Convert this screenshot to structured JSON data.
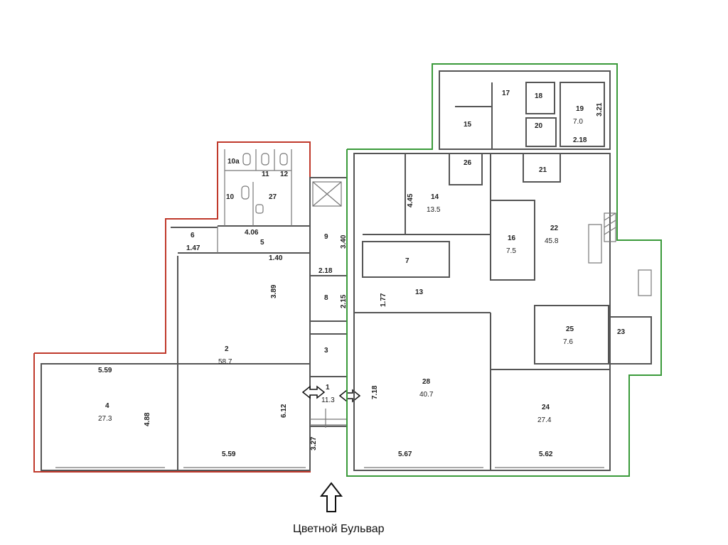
{
  "colors": {
    "left_outline": "#c0392b",
    "right_outline": "#3a9a3a",
    "walls": "#555555"
  },
  "street": "Цветной Бульвар",
  "rooms": [
    {
      "id": "r1",
      "number": "1",
      "area": "11.3"
    },
    {
      "id": "r2",
      "number": "2",
      "area": "58.7"
    },
    {
      "id": "r3",
      "number": "3",
      "area": ""
    },
    {
      "id": "r4",
      "number": "4",
      "area": "27.3"
    },
    {
      "id": "r5",
      "number": "5",
      "area": ""
    },
    {
      "id": "r6",
      "number": "6",
      "area": ""
    },
    {
      "id": "r7",
      "number": "7",
      "area": ""
    },
    {
      "id": "r8",
      "number": "8",
      "area": ""
    },
    {
      "id": "r9",
      "number": "9",
      "area": ""
    },
    {
      "id": "r10",
      "number": "10",
      "area": ""
    },
    {
      "id": "r10a",
      "number": "10a",
      "area": ""
    },
    {
      "id": "r11",
      "number": "11",
      "area": ""
    },
    {
      "id": "r12",
      "number": "12",
      "area": ""
    },
    {
      "id": "r13",
      "number": "13",
      "area": ""
    },
    {
      "id": "r14",
      "number": "14",
      "area": "13.5"
    },
    {
      "id": "r15",
      "number": "15",
      "area": ""
    },
    {
      "id": "r16",
      "number": "16",
      "area": "7.5"
    },
    {
      "id": "r17",
      "number": "17",
      "area": ""
    },
    {
      "id": "r18",
      "number": "18",
      "area": ""
    },
    {
      "id": "r19",
      "number": "19",
      "area": "7.0"
    },
    {
      "id": "r20",
      "number": "20",
      "area": ""
    },
    {
      "id": "r21",
      "number": "21",
      "area": ""
    },
    {
      "id": "r22",
      "number": "22",
      "area": "45.8"
    },
    {
      "id": "r23",
      "number": "23",
      "area": ""
    },
    {
      "id": "r24",
      "number": "24",
      "area": "27.4"
    },
    {
      "id": "r25",
      "number": "25",
      "area": "7.6"
    },
    {
      "id": "r26",
      "number": "26",
      "area": ""
    },
    {
      "id": "r27",
      "number": "27",
      "area": ""
    },
    {
      "id": "r28",
      "number": "28",
      "area": "40.7"
    }
  ],
  "dimensions": {
    "d559a": "5.59",
    "d559b": "5.59",
    "d488": "4.88",
    "d612": "6.12",
    "d327": "3.27",
    "d567": "5.67",
    "d562": "5.62",
    "d718": "7.18",
    "d147": "1.47",
    "d140": "1.40",
    "d406": "4.06",
    "d389": "3.89",
    "d340": "3.40",
    "d218a": "2.18",
    "d215": "2.15",
    "d177": "1.77",
    "d445": "4.45",
    "d321": "3.21",
    "d218b": "2.18"
  }
}
